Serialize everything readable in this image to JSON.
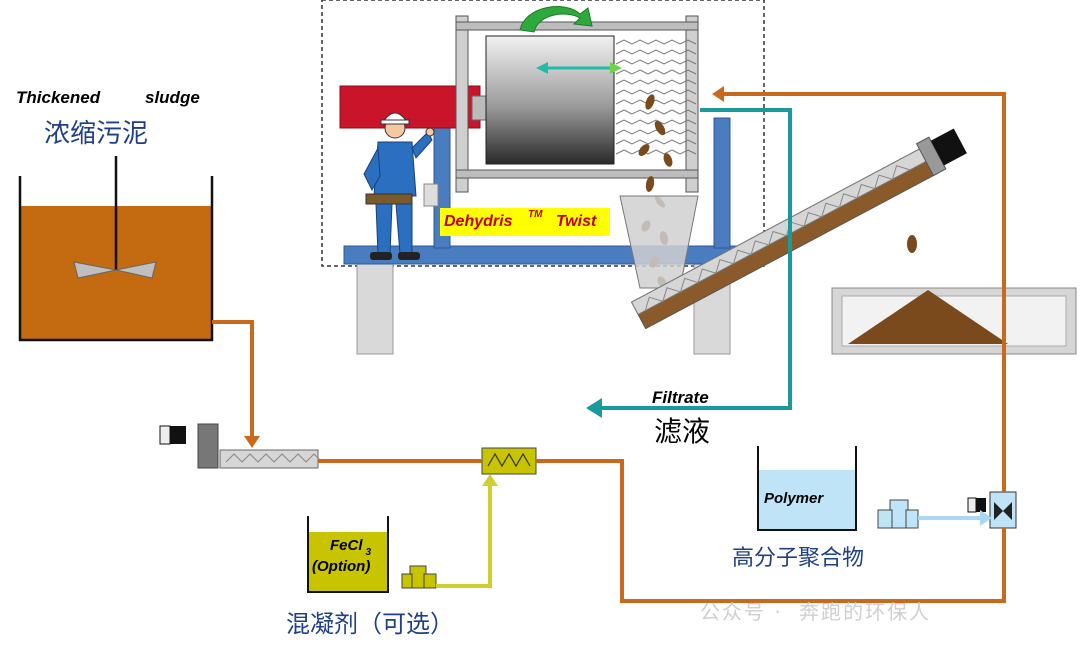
{
  "labels": {
    "thickened_en": "Thickened",
    "sludge_en": "sludge",
    "thickened_cn": "浓缩污泥",
    "machine_name": "Dehydris",
    "machine_tm": "TM",
    "machine_model": "Twist",
    "filtrate_en": "Filtrate",
    "filtrate_cn": "滤液",
    "polymer_en": "Polymer",
    "polymer_cn": "高分子聚合物",
    "fecl_en": "FeCl",
    "fecl_sub": "3",
    "option_en": "(Option)",
    "coagulant_cn": "混凝剂（可选）"
  },
  "watermark": {
    "account_prefix": "公众号 ·",
    "account_name": "奔跑的环保人"
  },
  "colors": {
    "sludge_line": "#c8691e",
    "sludge_fill": "#c46a10",
    "filtrate_line": "#1a9a9a",
    "polymer_fill": "#bfe3f7",
    "polymer_line": "#a9d7f5",
    "fecl_fill": "#c8c400",
    "fecl_line": "#cfcf30",
    "machine_frame": "#4a7cc0",
    "red_beam": "#c9142a",
    "concrete": "#d9d9d9",
    "sludge_cake": "#7a4a1c",
    "cn_text": "#1f3f86",
    "machine_label_bg": "#ffff00",
    "machine_label_text": "#c00000"
  }
}
